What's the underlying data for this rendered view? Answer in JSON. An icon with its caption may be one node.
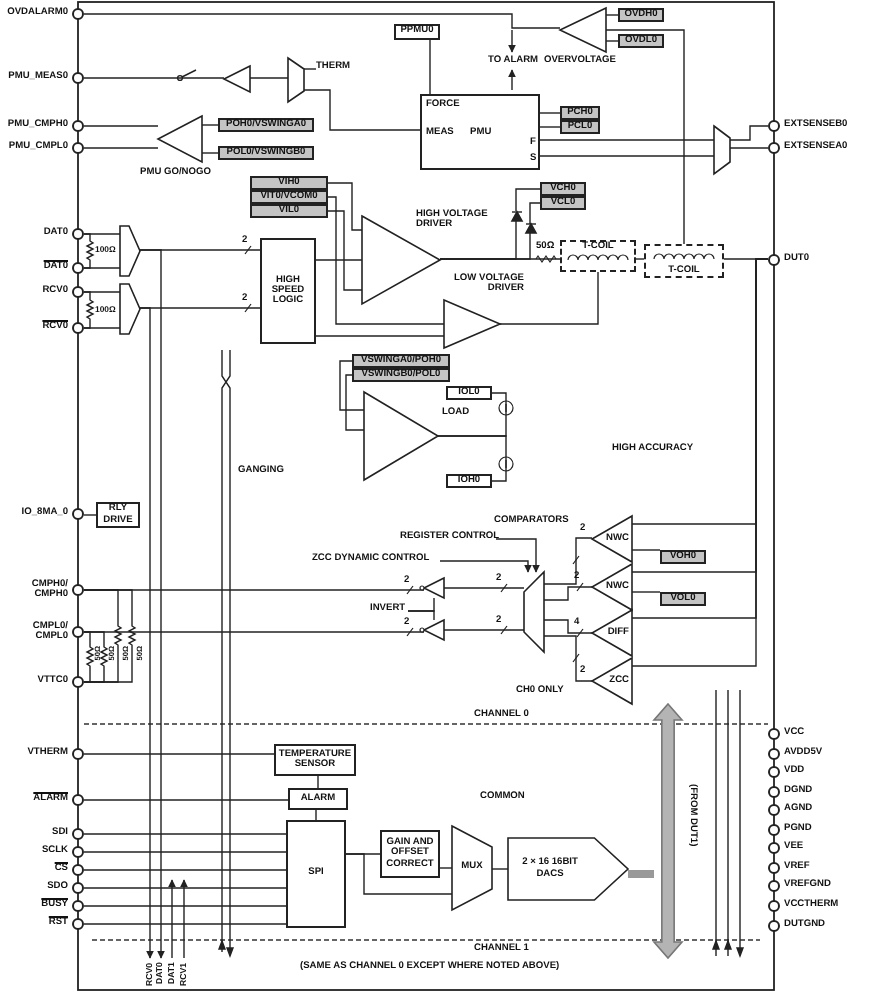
{
  "diagram": {
    "nodes": [
      {
        "text": [],
        "shape": "circle",
        "beside": [
          "OVDALARM0"
        ]
      },
      {
        "text": [],
        "shape": "circle",
        "beside": [
          "PMU_MEAS0"
        ]
      },
      {
        "text": [],
        "shape": "circle",
        "beside": [
          "PMU_CMPH0"
        ]
      },
      {
        "text": [],
        "shape": "circle",
        "beside": [
          "PMU_CMPL0"
        ]
      },
      {
        "text": [],
        "shape": "circle",
        "beside": [
          "DAT0"
        ]
      },
      {
        "text": [],
        "shape": "circle",
        "beside": [
          "DAT0"
        ]
      },
      {
        "text": [],
        "shape": "circle",
        "beside": [
          "RCV0"
        ]
      },
      {
        "text": [],
        "shape": "circle",
        "beside": [
          "RCV0"
        ]
      },
      {
        "text": [],
        "shape": "circle",
        "beside": [
          "IO_8MA_0"
        ]
      },
      {
        "text": [],
        "shape": "circle",
        "beside": [
          "CMPH0/ CMPH0"
        ]
      },
      {
        "text": [],
        "shape": "circle",
        "beside": [
          "CMPL0/ CMPL0"
        ]
      },
      {
        "text": [],
        "shape": "circle",
        "beside": [
          "VTTC0"
        ]
      },
      {
        "text": [],
        "shape": "circle",
        "beside": [
          "VTHERM"
        ]
      },
      {
        "text": [],
        "shape": "circle",
        "beside": [
          "ALARM"
        ]
      },
      {
        "text": [],
        "shape": "circle",
        "beside": [
          "SDI"
        ]
      },
      {
        "text": [],
        "shape": "circle",
        "beside": [
          "SCLK"
        ]
      },
      {
        "text": [],
        "shape": "circle",
        "beside": [
          "CS"
        ]
      },
      {
        "text": [],
        "shape": "circle",
        "beside": [
          "SDO"
        ]
      },
      {
        "text": [],
        "shape": "circle",
        "beside": [
          "BUSY"
        ]
      },
      {
        "text": [],
        "shape": "circle",
        "beside": [
          "RST"
        ]
      },
      {
        "text": [],
        "shape": "circle",
        "beside": [
          "EXTSENSEB0"
        ]
      },
      {
        "text": [],
        "shape": "circle",
        "beside": [
          "EXTSENSEA0"
        ]
      },
      {
        "text": [],
        "shape": "circle",
        "beside": [
          "DUT0"
        ]
      },
      {
        "text": [],
        "shape": "circle",
        "beside": [
          "VCC"
        ]
      },
      {
        "text": [],
        "shape": "circle",
        "beside": [
          "AVDD5V"
        ]
      },
      {
        "text": [],
        "shape": "circle",
        "beside": [
          "VDD"
        ]
      },
      {
        "text": [],
        "shape": "circle",
        "beside": [
          "DGND"
        ]
      },
      {
        "text": [],
        "shape": "circle",
        "beside": [
          "AGND"
        ]
      },
      {
        "text": [],
        "shape": "circle",
        "beside": [
          "PGND"
        ]
      },
      {
        "text": [],
        "shape": "circle",
        "beside": [
          "VEE"
        ]
      },
      {
        "text": [],
        "shape": "circle",
        "beside": [
          "VREF"
        ]
      },
      {
        "text": [],
        "shape": "circle",
        "beside": [
          "VREFGND"
        ]
      },
      {
        "text": [],
        "shape": "circle",
        "beside": [
          "VCCTHERM"
        ]
      },
      {
        "text": [],
        "shape": "circle",
        "beside": [
          "DUTGND"
        ]
      },
      {
        "text": [
          "PPMU0"
        ]
      },
      {
        "text": [
          "FORCE",
          "MEAS",
          "PMU",
          "F",
          "S"
        ]
      },
      {
        "text": [
          "PCH0"
        ]
      },
      {
        "text": [
          "PCL0"
        ]
      },
      {
        "text": [
          "OVDH0"
        ]
      },
      {
        "text": [
          "OVDL0"
        ]
      },
      {
        "text": [],
        "shape": "triangle",
        "beside": [
          "OVERVOLTAGE"
        ]
      },
      {
        "text": [],
        "shape": "trapezoid"
      },
      {
        "text": [],
        "shape": "triangle"
      },
      {
        "text": [],
        "shape": "triangle",
        "beside": [
          "PMU GO/NOGO"
        ]
      },
      {
        "text": [
          "POH0/VSWINGA0"
        ]
      },
      {
        "text": [
          "POL0/VSWINGB0"
        ]
      },
      {
        "text": [
          "VIH0"
        ]
      },
      {
        "text": [
          "VIT0/VCOM0"
        ]
      },
      {
        "text": [
          "VIL0"
        ]
      },
      {
        "text": [],
        "shape": "pentagon"
      },
      {
        "text": [],
        "shape": "pentagon"
      },
      {
        "text": [
          "HIGH SPEED LOGIC"
        ]
      },
      {
        "text": [],
        "shape": "triangle",
        "beside": [
          "HIGH VOLTAGE DRIVER"
        ]
      },
      {
        "text": [],
        "shape": "triangle",
        "beside": [
          "LOW VOLTAGE DRIVER"
        ]
      },
      {
        "text": [
          "VCH0"
        ]
      },
      {
        "text": [
          "VCL0"
        ]
      },
      {
        "text": [
          "T-COIL"
        ]
      },
      {
        "text": [
          "T-COIL"
        ]
      },
      {
        "text": [
          "VSWINGA0/POH0"
        ]
      },
      {
        "text": [
          "VSWINGB0/POL0"
        ]
      },
      {
        "text": [],
        "shape": "triangle",
        "beside": [
          "LOAD"
        ]
      },
      {
        "text": [
          "IOL0"
        ]
      },
      {
        "text": [
          "IOH0"
        ]
      },
      {
        "text": [
          "RLY DRIVE"
        ]
      },
      {
        "text": [],
        "shape": "trapezoid"
      },
      {
        "text": [],
        "shape": "trapezoid"
      },
      {
        "text": [
          "NWC"
        ]
      },
      {
        "text": [
          "NWC"
        ]
      },
      {
        "text": [
          "DIFF"
        ]
      },
      {
        "text": [
          "ZCC"
        ]
      },
      {
        "text": [
          "VOH0"
        ]
      },
      {
        "text": [
          "VOL0"
        ]
      },
      {
        "text": [
          "TEMPERATURE SENSOR"
        ]
      },
      {
        "text": [
          "ALARM"
        ]
      },
      {
        "text": [
          "SPI"
        ]
      },
      {
        "text": [
          "GAIN AND OFFSET CORRECT"
        ]
      },
      {
        "text": [
          "MUX"
        ]
      },
      {
        "text": [
          "2 × 16 16BIT DACS"
        ]
      },
      {
        "text": [
          "RCV0"
        ]
      },
      {
        "text": [
          "DAT0"
        ]
      },
      {
        "text": [
          "DAT1"
        ]
      },
      {
        "text": [
          "RCV1"
        ]
      },
      {
        "text": [],
        "shape": "arrow",
        "beside": [
          "(FROM DUT1)"
        ]
      },
      {
        "text": [
          "THERM"
        ]
      },
      {
        "text": [
          "REGISTER CONTROL"
        ]
      },
      {
        "text": [
          "ZCC DYNAMIC CONTROL"
        ]
      },
      {
        "text": [
          "INVERT"
        ]
      },
      {
        "text": [],
        "shape": "triangle"
      },
      {
        "text": [],
        "shape": "triangle"
      },
      {
        "text": [],
        "shape": "diode"
      },
      {
        "text": [],
        "shape": "diode"
      }
    ],
    "edges": [
      {
        "from": 40,
        "to": 0,
        "arrow": "none"
      },
      {
        "from": 38,
        "to": 40,
        "arrow": "none"
      },
      {
        "from": 39,
        "to": 40,
        "arrow": "none"
      },
      {
        "from": 42,
        "to": 1,
        "arrow": "none"
      },
      {
        "from": 41,
        "to": 42,
        "arrow": "none"
      },
      {
        "from": 35,
        "to": 41,
        "arrow": "none"
      },
      {
        "from": 34,
        "to": 35,
        "arrow": "none"
      },
      {
        "from": 36,
        "to": 35,
        "arrow": "none"
      },
      {
        "from": 37,
        "to": 35,
        "arrow": "none"
      },
      {
        "from": 43,
        "to": 2,
        "arrow": "none"
      },
      {
        "from": 43,
        "to": 3,
        "arrow": "none"
      },
      {
        "from": 44,
        "to": 43,
        "arrow": "none"
      },
      {
        "from": 45,
        "to": 43,
        "arrow": "none"
      },
      {
        "from": 35,
        "to": 64,
        "arrow": "none"
      },
      {
        "from": 35,
        "to": 64,
        "arrow": "none"
      },
      {
        "from": 64,
        "to": 20,
        "arrow": "none"
      },
      {
        "from": 64,
        "to": 21,
        "arrow": "none"
      },
      {
        "from": 4,
        "to": 49,
        "arrow": "none"
      },
      {
        "from": 5,
        "to": 49,
        "arrow": "none"
      },
      {
        "from": 6,
        "to": 50,
        "arrow": "none"
      },
      {
        "from": 7,
        "to": 50,
        "arrow": "none"
      },
      {
        "from": 49,
        "to": 51,
        "arrow": "none"
      },
      {
        "from": 50,
        "to": 51,
        "arrow": "none"
      },
      {
        "from": 51,
        "to": 52,
        "arrow": "none"
      },
      {
        "from": 46,
        "to": 52,
        "arrow": "none"
      },
      {
        "from": 47,
        "to": 53,
        "arrow": "none"
      },
      {
        "from": 48,
        "to": 52,
        "arrow": "none"
      },
      {
        "from": 51,
        "to": 53,
        "arrow": "none"
      },
      {
        "from": 52,
        "to": 56,
        "arrow": "none"
      },
      {
        "from": 53,
        "to": 56,
        "arrow": "none"
      },
      {
        "from": 56,
        "to": 57,
        "arrow": "none"
      },
      {
        "from": 57,
        "to": 22,
        "arrow": "none"
      },
      {
        "from": 54,
        "to": 89,
        "arrow": "none"
      },
      {
        "from": 55,
        "to": 90,
        "arrow": "none"
      },
      {
        "from": 58,
        "to": 60,
        "arrow": "none"
      },
      {
        "from": 59,
        "to": 60,
        "arrow": "none"
      },
      {
        "from": 61,
        "to": 60,
        "arrow": "none"
      },
      {
        "from": 62,
        "to": 60,
        "arrow": "none"
      },
      {
        "from": 63,
        "to": 8,
        "arrow": "none"
      },
      {
        "from": 57,
        "to": 40,
        "arrow": "none"
      },
      {
        "from": 22,
        "to": 66,
        "arrow": "none"
      },
      {
        "from": 22,
        "to": 67,
        "arrow": "none"
      },
      {
        "from": 22,
        "to": 68,
        "arrow": "none"
      },
      {
        "from": 22,
        "to": 69,
        "arrow": "none"
      },
      {
        "from": 70,
        "to": 66,
        "arrow": "none"
      },
      {
        "from": 71,
        "to": 67,
        "arrow": "none"
      },
      {
        "from": 66,
        "to": 65,
        "arrow": "none"
      },
      {
        "from": 67,
        "to": 65,
        "arrow": "none"
      },
      {
        "from": 68,
        "to": 65,
        "arrow": "none"
      },
      {
        "from": 69,
        "to": 65,
        "arrow": "none"
      },
      {
        "from": 65,
        "to": 87,
        "arrow": "none"
      },
      {
        "from": 65,
        "to": 88,
        "arrow": "none"
      },
      {
        "from": 87,
        "to": 9,
        "arrow": "none"
      },
      {
        "from": 88,
        "to": 10,
        "arrow": "none"
      },
      {
        "from": 86,
        "to": 87,
        "arrow": "none"
      },
      {
        "from": 86,
        "to": 88,
        "arrow": "none"
      },
      {
        "from": 84,
        "to": 65,
        "arrow": "to"
      },
      {
        "from": 85,
        "to": 65,
        "arrow": "to"
      },
      {
        "from": 83,
        "to": 41,
        "arrow": "none"
      },
      {
        "from": 12,
        "to": 72,
        "arrow": "none"
      },
      {
        "from": 13,
        "to": 73,
        "arrow": "none"
      },
      {
        "from": 14,
        "to": 74,
        "arrow": "none"
      },
      {
        "from": 15,
        "to": 74,
        "arrow": "none"
      },
      {
        "from": 16,
        "to": 74,
        "arrow": "none"
      },
      {
        "from": 17,
        "to": 74,
        "arrow": "none"
      },
      {
        "from": 18,
        "to": 74,
        "arrow": "none"
      },
      {
        "from": 19,
        "to": 74,
        "arrow": "none"
      },
      {
        "from": 72,
        "to": 73,
        "arrow": "none"
      },
      {
        "from": 73,
        "to": 74,
        "arrow": "none"
      },
      {
        "from": 74,
        "to": 75,
        "arrow": "none"
      },
      {
        "from": 74,
        "to": 76,
        "arrow": "none"
      },
      {
        "from": 75,
        "to": 76,
        "arrow": "none"
      },
      {
        "from": 76,
        "to": 77,
        "arrow": "none"
      },
      {
        "from": 77,
        "to": 82,
        "arrow": "none",
        "style": "thick",
        "color": "#999999"
      },
      {
        "from": 50,
        "to": 78,
        "arrow": "to"
      },
      {
        "from": 49,
        "to": 79,
        "arrow": "to"
      },
      {
        "from": 80,
        "to": null,
        "arrow": "to"
      },
      {
        "from": 81,
        "to": null,
        "arrow": "to"
      },
      {
        "from": 4,
        "to": 5,
        "arrow": "none"
      },
      {
        "from": 6,
        "to": 7,
        "arrow": "none"
      },
      {
        "from": 9,
        "to": 11,
        "arrow": "none"
      },
      {
        "from": 9,
        "to": 11,
        "arrow": "none"
      },
      {
        "from": 10,
        "to": 11,
        "arrow": "none"
      },
      {
        "from": 10,
        "to": 11,
        "arrow": "none"
      },
      {
        "from": 89,
        "to": 52,
        "arrow": "none"
      },
      {
        "from": 90,
        "to": 52,
        "arrow": "none"
      }
    ],
    "labels": [
      "TO ALARM",
      "100Ω",
      "2",
      "100Ω",
      "2",
      "50Ω",
      "HIGH ACCURACY",
      "GANGING",
      "COMPARATORS",
      "2",
      "2",
      "2",
      "2",
      "2",
      "2",
      "4",
      "CH0 ONLY",
      "2",
      "50Ω",
      "50Ω",
      "50Ω",
      "50Ω",
      "CHANNEL 0",
      "COMMON",
      "CHANNEL 1",
      "(SAME AS CHANNEL 0 EXCEPT WHERE NOTED ABOVE)"
    ]
  }
}
